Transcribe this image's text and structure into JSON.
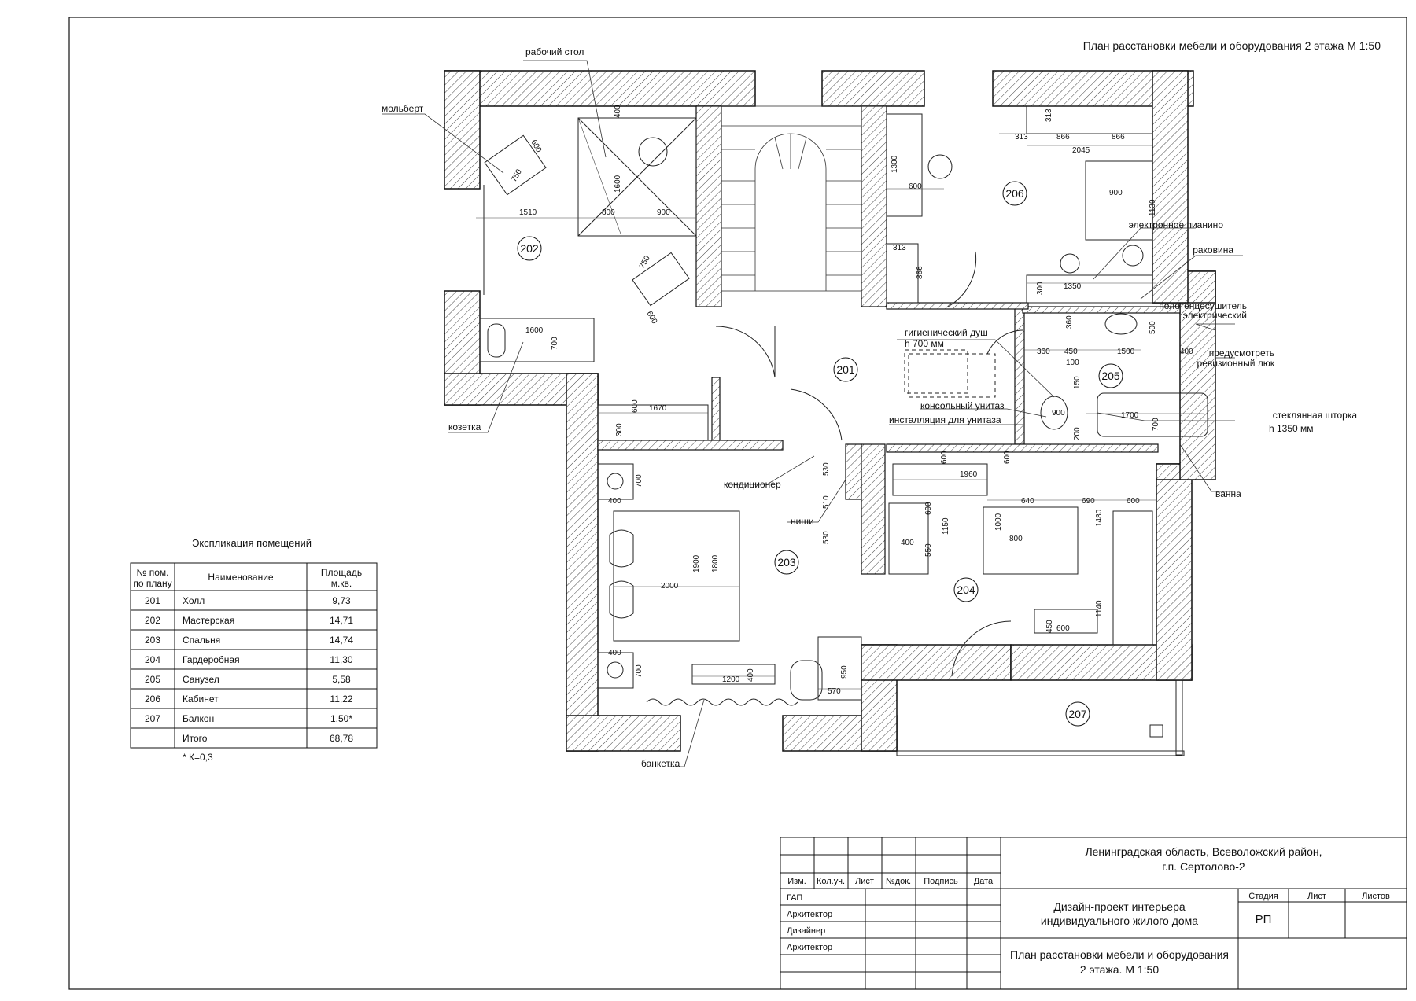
{
  "drawing": {
    "title": "План расстановки мебели и оборудования 2 этажа  М 1:50",
    "rooms": [
      {
        "id": "201"
      },
      {
        "id": "202"
      },
      {
        "id": "203"
      },
      {
        "id": "204"
      },
      {
        "id": "205"
      },
      {
        "id": "206"
      },
      {
        "id": "207"
      }
    ],
    "callouts": {
      "desk": "рабочий стол",
      "easel": "мольберт",
      "couch": "козетка",
      "piano": "электронное пианино",
      "sink": "раковина",
      "towel1": "полотенцесушитель",
      "towel2": "электрический",
      "hatch1": "предусмотреть",
      "hatch2": "ревизионный люк",
      "curtain1": "стеклянная шторка",
      "curtain2": "h 1350 мм",
      "bath": "ванна",
      "shower1": "гигиенический душ",
      "shower2": "h 700 мм",
      "toilet": "консольный унитаз",
      "install": "инсталляция для унитаза",
      "ac": "кондиционер",
      "niches": "ниши",
      "bench": "банкетка"
    },
    "dimensions": {
      "d400a": "400",
      "d1600a": "1600",
      "d600a": "600",
      "d750a": "750",
      "d1510": "1510",
      "d800a": "800",
      "d900a": "900",
      "d750b": "750",
      "d600b": "600",
      "d1600b": "1600",
      "d700a": "700",
      "d313a": "313",
      "d866a": "866",
      "d866b": "866",
      "d2045": "2045",
      "d313b": "313",
      "d1300": "1300",
      "d600c": "600",
      "d900b": "900",
      "d1130": "1130",
      "d313c": "313",
      "d866c": "866",
      "d300a": "300",
      "d1350": "1350",
      "d360a": "360",
      "d500": "500",
      "d360b": "360",
      "d450a": "450",
      "d1500": "1500",
      "d400b": "400",
      "d100": "100",
      "d150": "150",
      "d900c": "900",
      "d1700": "1700",
      "d700b": "700",
      "d200": "200",
      "d300b": "300",
      "d600d": "600",
      "d1670": "1670",
      "d600e": "600",
      "d600f": "600",
      "d1960": "1960",
      "d530a": "530",
      "d510": "510",
      "d530b": "530",
      "d600g": "600",
      "d1150": "1150",
      "d550": "550",
      "d400c": "400",
      "d1000": "1000",
      "d800b": "800",
      "d640": "640",
      "d690": "690",
      "d600h": "600",
      "d1480": "1480",
      "d1140": "1140",
      "d450b": "450",
      "d600i": "600",
      "d700c": "700",
      "d400d": "400",
      "d1900": "1900",
      "d1800": "1800",
      "d2000": "2000",
      "d400e": "400",
      "d700d": "700",
      "d1200": "1200",
      "d400f": "400",
      "d950": "950",
      "d570": "570"
    }
  },
  "explication": {
    "title": "Экспликация помещений",
    "headers": {
      "num1": "№ пом.",
      "num2": "по плану",
      "name": "Наименование",
      "area1": "Площадь",
      "area2": "м.кв."
    },
    "rows": [
      {
        "num": "201",
        "name": "Холл",
        "area": "9,73"
      },
      {
        "num": "202",
        "name": "Мастерская",
        "area": "14,71"
      },
      {
        "num": "203",
        "name": "Спальня",
        "area": "14,74"
      },
      {
        "num": "204",
        "name": "Гардеробная",
        "area": "11,30"
      },
      {
        "num": "205",
        "name": "Санузел",
        "area": "5,58"
      },
      {
        "num": "206",
        "name": "Кабинет",
        "area": "11,22"
      },
      {
        "num": "207",
        "name": "Балкон",
        "area": "1,50*"
      },
      {
        "num": "",
        "name": "Итого",
        "area": "68,78"
      }
    ],
    "note": "* К=0,3"
  },
  "title_block": {
    "cols": [
      "Изм.",
      "Кол.уч.",
      "Лист",
      "№док.",
      "Подпись",
      "Дата"
    ],
    "roles": [
      "ГАП",
      "Архитектор",
      "Дизайнер",
      "Архитектор"
    ],
    "location1": "Ленинградская область, Всеволожский район,",
    "location2": "г.п. Сертолово-2",
    "project1": "Дизайн-проект интерьера",
    "project2": "индивидуального жилого дома",
    "stage_h": "Стадия",
    "sheet_h": "Лист",
    "sheets_h": "Листов",
    "stage": "РП",
    "sheet_title1": "План расстановки мебели и оборудования",
    "sheet_title2": "2 этажа.  М 1:50"
  }
}
